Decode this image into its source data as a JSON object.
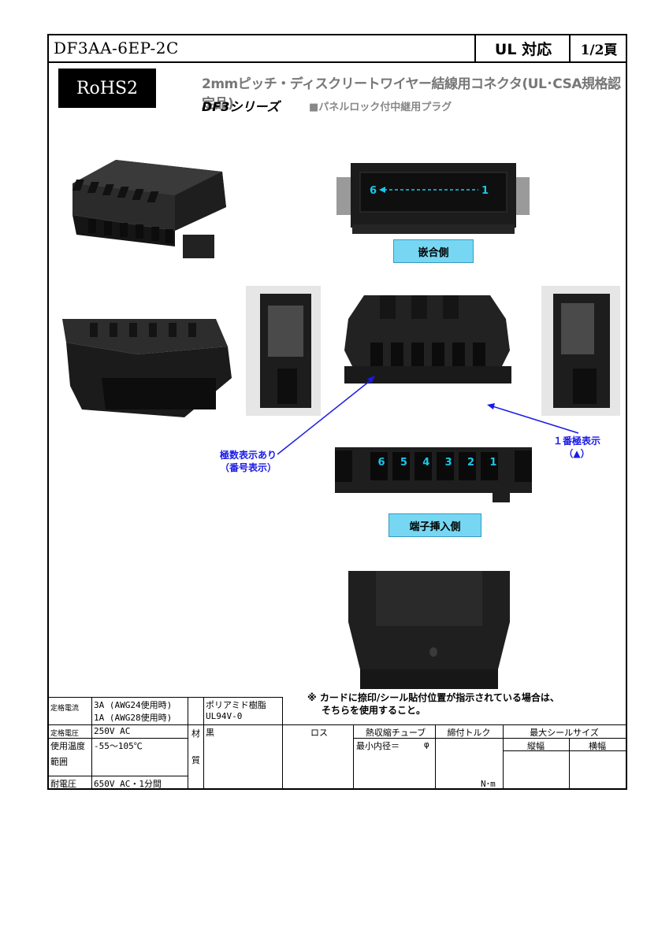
{
  "header": {
    "part_number": "DF3AA-6EP-2C",
    "ul_label": "UL 対応",
    "page": "1/2頁"
  },
  "badge": {
    "rohs": "RoHS2"
  },
  "title": {
    "main": "2mmピッチ・ディスクリートワイヤー結線用コネクタ(UL･CSA規格認定品)",
    "series": "DF3シリーズ",
    "subtitle": "■パネルロック付中継用プラグ"
  },
  "captions": {
    "mating_side": "嵌合側",
    "terminal_side": "端子挿入側"
  },
  "annotations": {
    "pin_numbers_line1": "極数表示あり",
    "pin_numbers_line2": "（番号表示）",
    "pin1_line1": "１番極表示",
    "pin1_line2": "（▲）"
  },
  "mating_view": {
    "start": "6",
    "end": "1"
  },
  "terminal_numbers": [
    "6",
    "5",
    "4",
    "3",
    "2",
    "1"
  ],
  "note": {
    "line1": "※ カードに捺印/シール貼付位置が指示されている場合は、",
    "line2": "そちらを使用すること。"
  },
  "spec": {
    "rated_current_label": "定格電流",
    "rated_current_1": "3A (AWG24使用時)",
    "rated_current_2": "1A (AWG28使用時)",
    "rated_voltage_label": "定格電圧",
    "rated_voltage": "250V AC",
    "temp_label_1": "使用温度",
    "temp_label_2": "範囲",
    "temp": "-55～105℃",
    "withstand_label": "耐電圧",
    "withstand": "650V AC・1分間",
    "material_1": "材",
    "material_2": "質",
    "resin_1": "ポリアミド樹脂",
    "resin_2": "UL94V-0",
    "color": "黒",
    "lot": "ロス",
    "tube": "熱収縮チューブ",
    "tube_dia": "最小内径＝",
    "phi": "φ",
    "torque": "締付トルク",
    "torque_unit": "N･m",
    "seal": "最大シールサイズ",
    "seal_h": "縦幅",
    "seal_w": "横幅"
  }
}
